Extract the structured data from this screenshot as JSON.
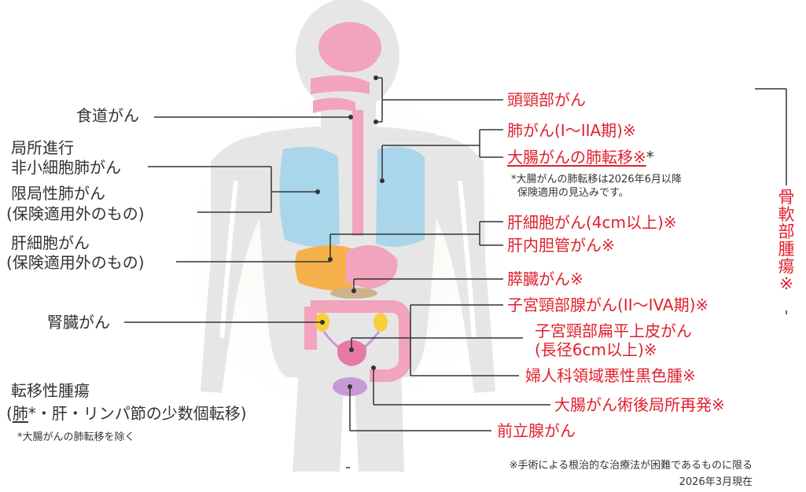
{
  "left_labels": {
    "esophagus": "食道がん",
    "nsclc_line1": "局所進行",
    "nsclc_line2": "非小細胞肺がん",
    "sclc_line1": "限局性肺がん",
    "sclc_line2": "(保険適用外のもの)",
    "hcc_line1": "肝細胞がん",
    "hcc_line2": "(保険適用外のもの)",
    "kidney": "腎臓がん",
    "meta_line1": "転移性腫瘍",
    "meta_line2_prefix": "(",
    "meta_line2_lung": "肺",
    "meta_line2_rest": "*・肝・リンパ節の少数個転移)",
    "meta_note": "*大腸がんの肺転移を除く"
  },
  "right_labels": {
    "head_neck": "頭頸部がん",
    "lung": "肺がん(I〜IIA期)※",
    "colorectal_lung_meta": "大腸がんの肺転移※",
    "colorectal_lung_meta_star": "*",
    "insurance_note_line1": "*大腸がんの肺転移は2026年6月以降",
    "insurance_note_line2": "保険適用の見込みです。",
    "hcc": "肝細胞がん(4cm以上)※",
    "bile_duct": "肝内胆管がん※",
    "pancreas": "膵臓がん※",
    "cervical_adeno": "子宮頸部腺がん(II〜IVA期)※",
    "cervical_squamous_line1": "子宮頸部扁平上皮がん",
    "cervical_squamous_line2": "(長径6cm以上)※",
    "melanoma": "婦人科領域悪性黒色腫※",
    "colorectal_recurrence": "大腸がん術後局所再発※",
    "prostate": "前立腺がん"
  },
  "bracket_label": [
    "骨",
    "軟",
    "部",
    "腫",
    "瘍",
    "※"
  ],
  "footnotes": {
    "surgery_note": "※手術による根治的な治療法が困難であるものに限る",
    "date": "2026年3月現在"
  },
  "colors": {
    "red": "#e0202d",
    "dark": "#333333",
    "body": "#e6e6e6",
    "brain": "#f2a4bd",
    "lung": "#a9d6ea",
    "liver": "#f6b14a",
    "kidney": "#f7cf3b",
    "bladder": "#c59ad6",
    "pancreas": "#cdb38a",
    "glow": "#e6f2e0"
  }
}
